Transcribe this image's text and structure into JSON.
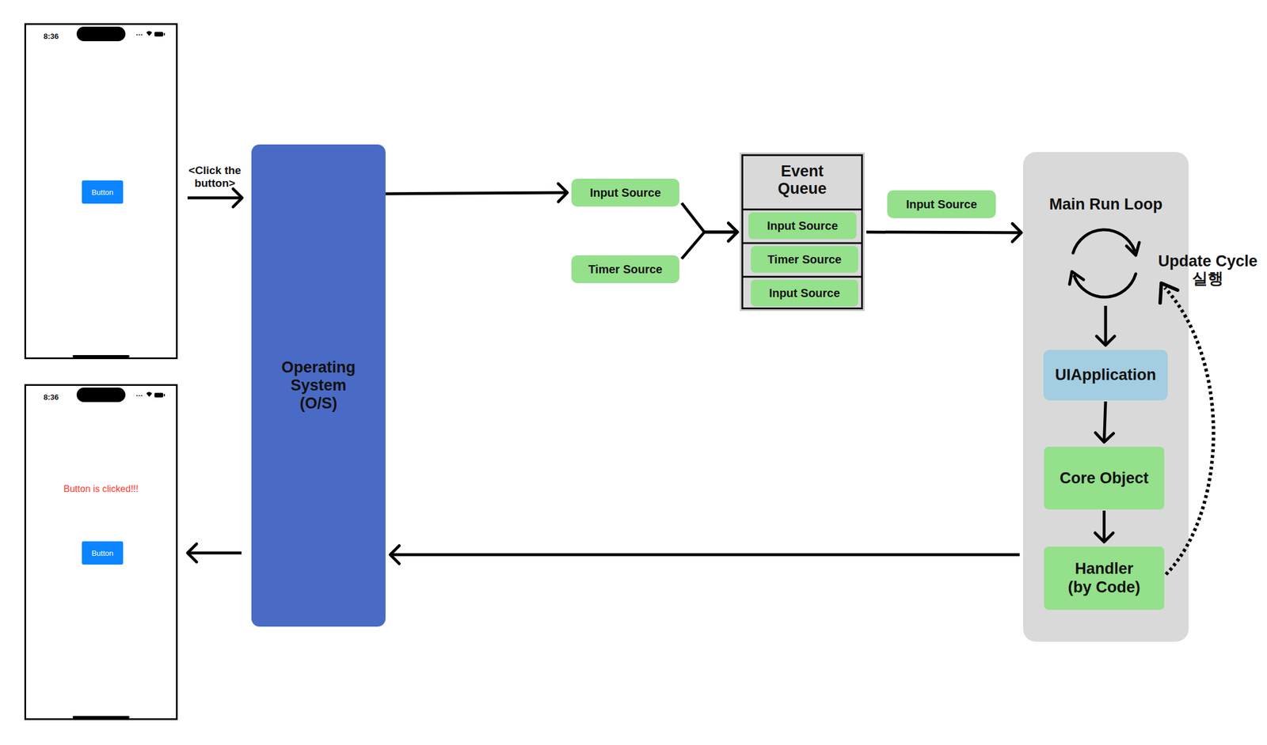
{
  "diagram": {
    "nodes": [
      {
        "text": [
          "8:36"
        ]
      },
      {
        "text": [
          "Button"
        ],
        "in": 0
      },
      {
        "text": [
          "8:36",
          "Button is clicked!!!"
        ]
      },
      {
        "text": [
          "Button"
        ],
        "in": 2
      },
      {
        "text": [
          "Operating System (O/S)"
        ]
      },
      {
        "text": [
          "Input Source"
        ]
      },
      {
        "text": [
          "Timer Source"
        ]
      },
      {
        "text": [
          "Event Queue"
        ]
      },
      {
        "text": [
          "Input Source"
        ],
        "in": 7
      },
      {
        "text": [
          "Timer Source"
        ],
        "in": 7
      },
      {
        "text": [
          "Input Source"
        ],
        "in": 7
      },
      {
        "text": [
          "Input Source"
        ]
      },
      {
        "text": [
          "Main Run Loop"
        ]
      },
      {
        "text": [
          "UIApplication"
        ],
        "in": 12
      },
      {
        "text": [
          "Core Object"
        ],
        "in": 12
      },
      {
        "text": [
          "Handler (by Code)"
        ],
        "in": 12
      }
    ],
    "edges": [
      {
        "from": 0,
        "to": 4,
        "label": "<Click the button>",
        "arrow": "to"
      },
      {
        "from": 4,
        "to": 5,
        "arrow": "to"
      },
      {
        "from": 5,
        "to": 7,
        "arrow": "to"
      },
      {
        "from": 6,
        "to": 7,
        "arrow": "to"
      },
      {
        "from": 7,
        "to": 12,
        "arrow": "to"
      },
      {
        "from": 12,
        "to": 13,
        "arrow": "to"
      },
      {
        "from": 13,
        "to": 14,
        "arrow": "to"
      },
      {
        "from": 14,
        "to": 15,
        "arrow": "to"
      },
      {
        "from": 12,
        "to": 4,
        "arrow": "to"
      },
      {
        "from": 4,
        "to": 2,
        "arrow": "to"
      }
    ],
    "labels": [
      "Update Cycle 실행"
    ]
  }
}
